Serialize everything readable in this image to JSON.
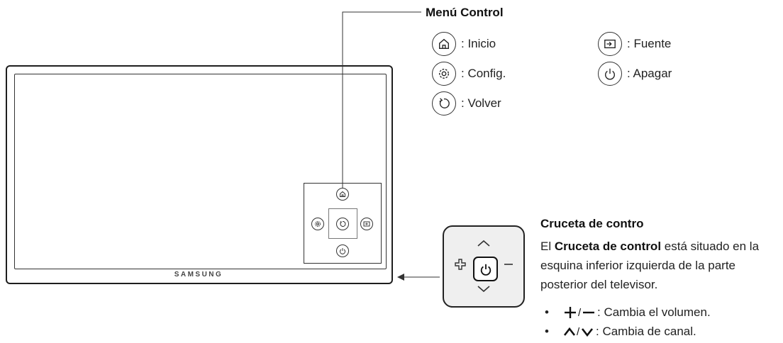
{
  "menu_control": {
    "title": "Menú Control",
    "items": [
      {
        "icon": "home-icon",
        "label": ": Inicio"
      },
      {
        "icon": "settings-icon",
        "label": ": Config."
      },
      {
        "icon": "return-icon",
        "label": ": Volver"
      },
      {
        "icon": "source-icon",
        "label": ": Fuente"
      },
      {
        "icon": "power-icon",
        "label": ": Apagar"
      }
    ]
  },
  "tv": {
    "brand": "SAMSUNG"
  },
  "control_stick": {
    "title": "Cruceta de contro",
    "description_pre": "El ",
    "description_bold": "Cruceta de control",
    "description_post": " está situado en la esquina inferior izquierda de la parte posterior del televisor.",
    "bullets": [
      {
        "symbol": "+/−",
        "text": ": Cambia el volumen."
      },
      {
        "symbol": "∧/∨",
        "text": ": Cambia de canal."
      }
    ]
  }
}
